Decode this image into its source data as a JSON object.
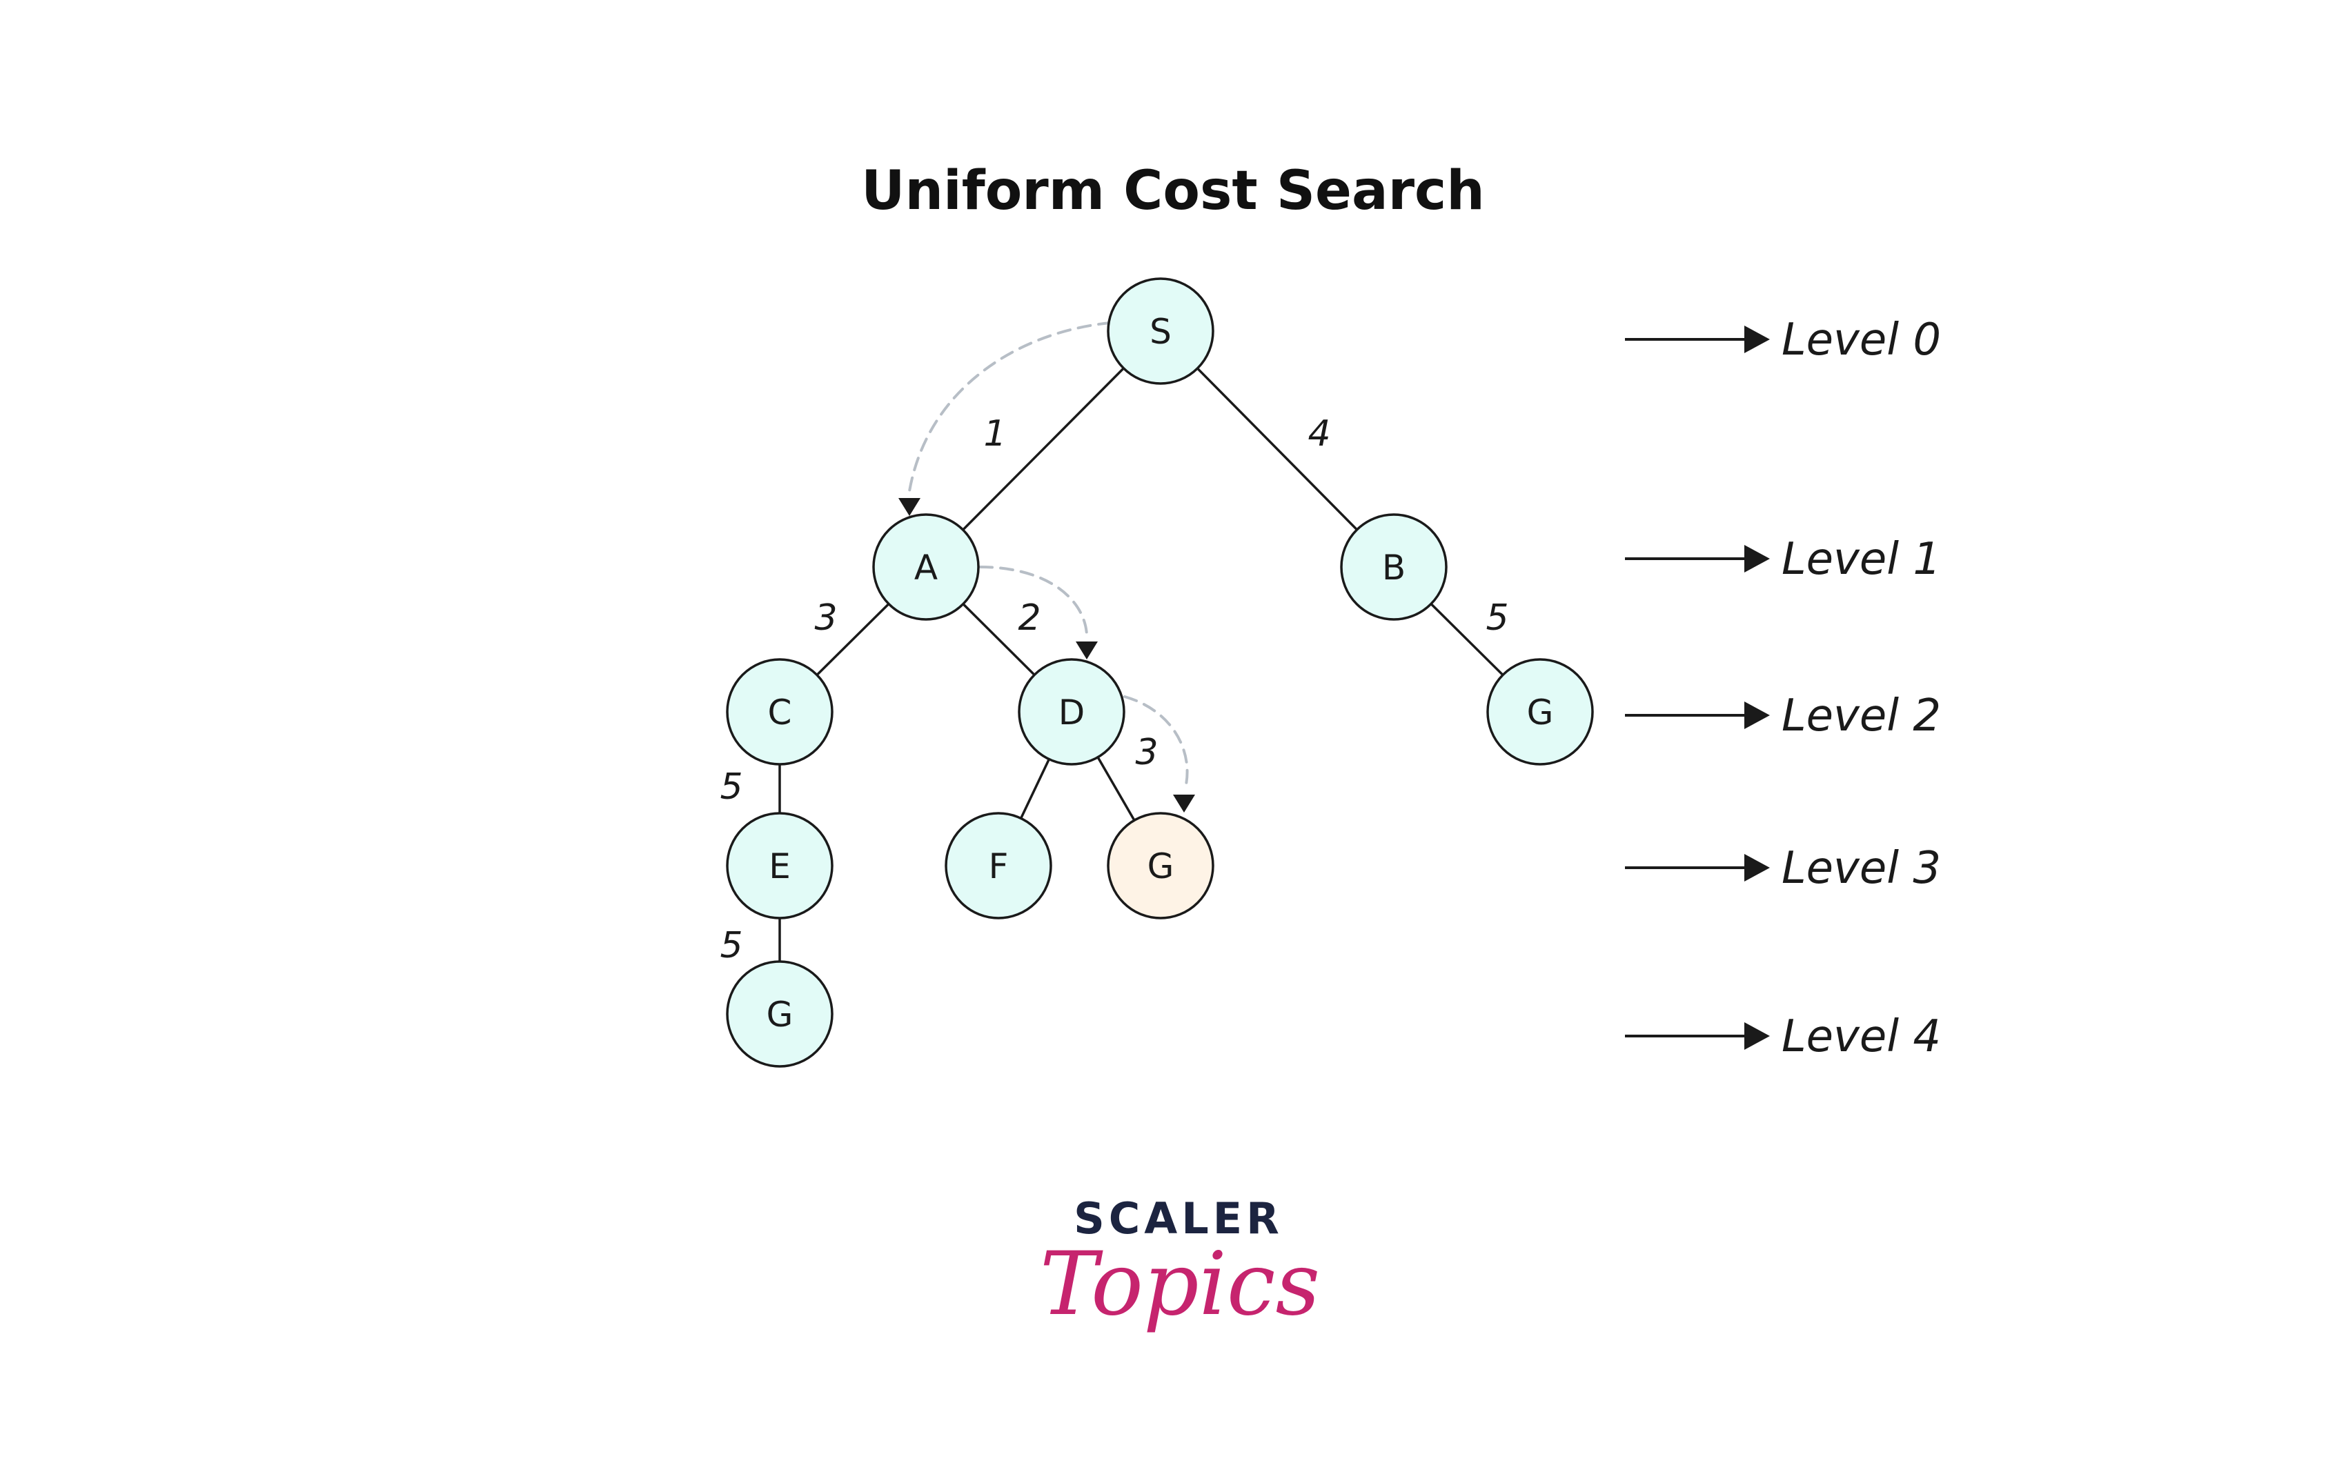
{
  "title": "Uniform Cost Search",
  "colors": {
    "node_fill": "#E2FBF7",
    "goal_fill": "#FEF3E6",
    "stroke": "#1a1a1a",
    "path": "#B7BEC6",
    "logo_dark": "#1C2440",
    "logo_accent": "#C6246E"
  },
  "nodes": [
    {
      "id": "S",
      "label": "S",
      "type": "normal"
    },
    {
      "id": "A",
      "label": "A",
      "type": "normal"
    },
    {
      "id": "B",
      "label": "B",
      "type": "normal"
    },
    {
      "id": "C",
      "label": "C",
      "type": "normal"
    },
    {
      "id": "D",
      "label": "D",
      "type": "normal"
    },
    {
      "id": "G1",
      "label": "G",
      "type": "normal"
    },
    {
      "id": "E",
      "label": "E",
      "type": "normal"
    },
    {
      "id": "F",
      "label": "F",
      "type": "normal"
    },
    {
      "id": "G2",
      "label": "G",
      "type": "goal"
    },
    {
      "id": "G3",
      "label": "G",
      "type": "normal"
    }
  ],
  "edges": [
    {
      "from": "S",
      "to": "A",
      "weight": "1"
    },
    {
      "from": "S",
      "to": "B",
      "weight": "4"
    },
    {
      "from": "A",
      "to": "C",
      "weight": "3"
    },
    {
      "from": "A",
      "to": "D",
      "weight": "2"
    },
    {
      "from": "B",
      "to": "G1",
      "weight": "5"
    },
    {
      "from": "C",
      "to": "E",
      "weight": "5"
    },
    {
      "from": "D",
      "to": "F",
      "weight": ""
    },
    {
      "from": "D",
      "to": "G2",
      "weight": "3"
    },
    {
      "from": "E",
      "to": "G3",
      "weight": "5"
    }
  ],
  "search_path": [
    "S",
    "A",
    "D",
    "G2"
  ],
  "levels": [
    "Level 0",
    "Level 1",
    "Level 2",
    "Level 3",
    "Level 4"
  ],
  "logo": {
    "top": "SCALER",
    "bottom": "Topics"
  }
}
